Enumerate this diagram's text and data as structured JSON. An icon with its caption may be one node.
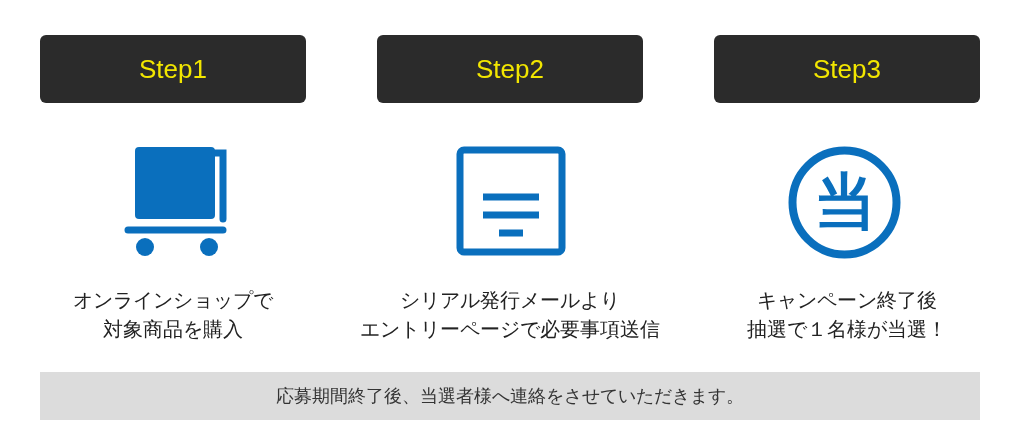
{
  "diagram": {
    "nodes": [
      {
        "text": [
          "Step1"
        ]
      },
      {
        "text": [
          "Step2"
        ]
      },
      {
        "text": [
          "Step3"
        ]
      },
      {
        "text": [
          "応募期間終了後、当選者様へ連絡をさせていただきます。"
        ]
      }
    ],
    "labels": [
      "当",
      "オンラインショップで",
      "対象商品を購入",
      "シリアル発行メールより",
      "エントリーページで必要事項送信",
      "キャンペーン終了後",
      "抽選で１名様が当選！"
    ]
  }
}
